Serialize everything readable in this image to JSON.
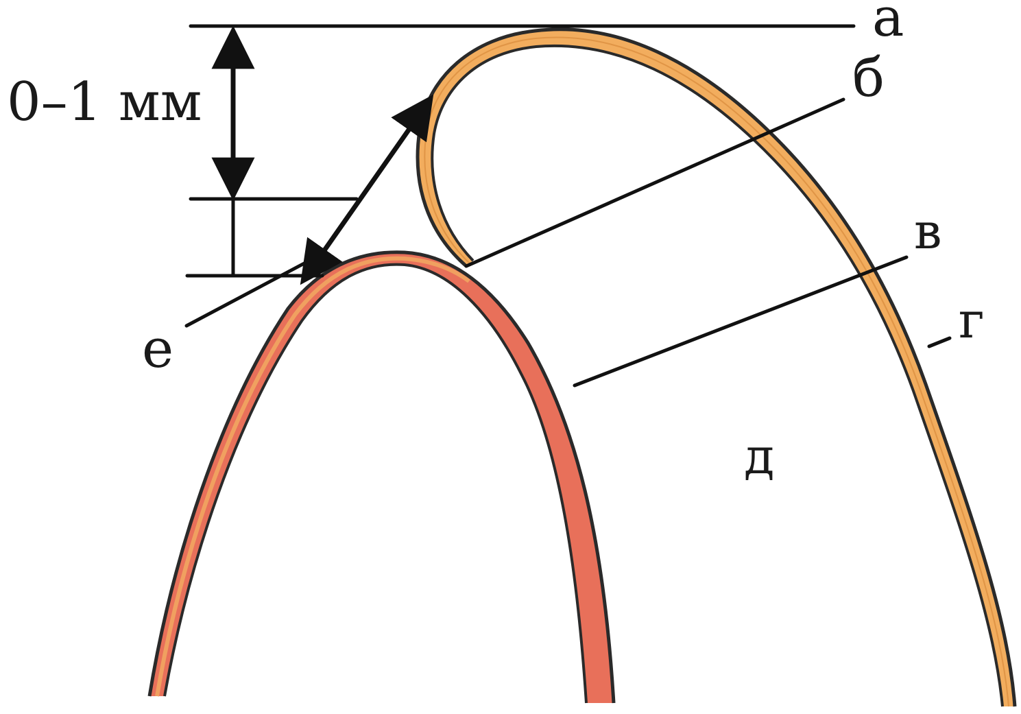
{
  "labels": {
    "a": "а",
    "b": "б",
    "v": "в",
    "g": "г",
    "d": "д",
    "e": "е",
    "dimension": "0–1 мм"
  },
  "colors": {
    "outer_curve_fill": "#f2ad5e",
    "inner_curve_fill": "#e8705a",
    "inner_curve_thick_fill": "#e35a4c",
    "line": "#111111",
    "background": "#ffffff"
  }
}
